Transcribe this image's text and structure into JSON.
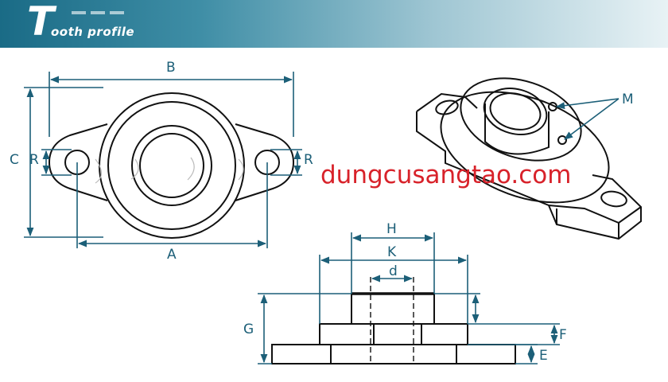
{
  "header": {
    "title_initial": "T",
    "title_rest": "ooth profile",
    "colors": {
      "start": "#1a6b86",
      "end": "#e8f2f5",
      "text": "#ffffff"
    }
  },
  "labels": {
    "B": "B",
    "A": "A",
    "C": "C",
    "R_left": "R",
    "R_right": "R",
    "M": "M",
    "H": "H",
    "K": "K",
    "d": "d",
    "G": "G",
    "F": "F",
    "E": "E"
  },
  "watermark": {
    "text": "dungcusangtao.com",
    "color": "#d8222a"
  },
  "colors": {
    "dimension": "#1c5f78",
    "outline": "#111111"
  }
}
